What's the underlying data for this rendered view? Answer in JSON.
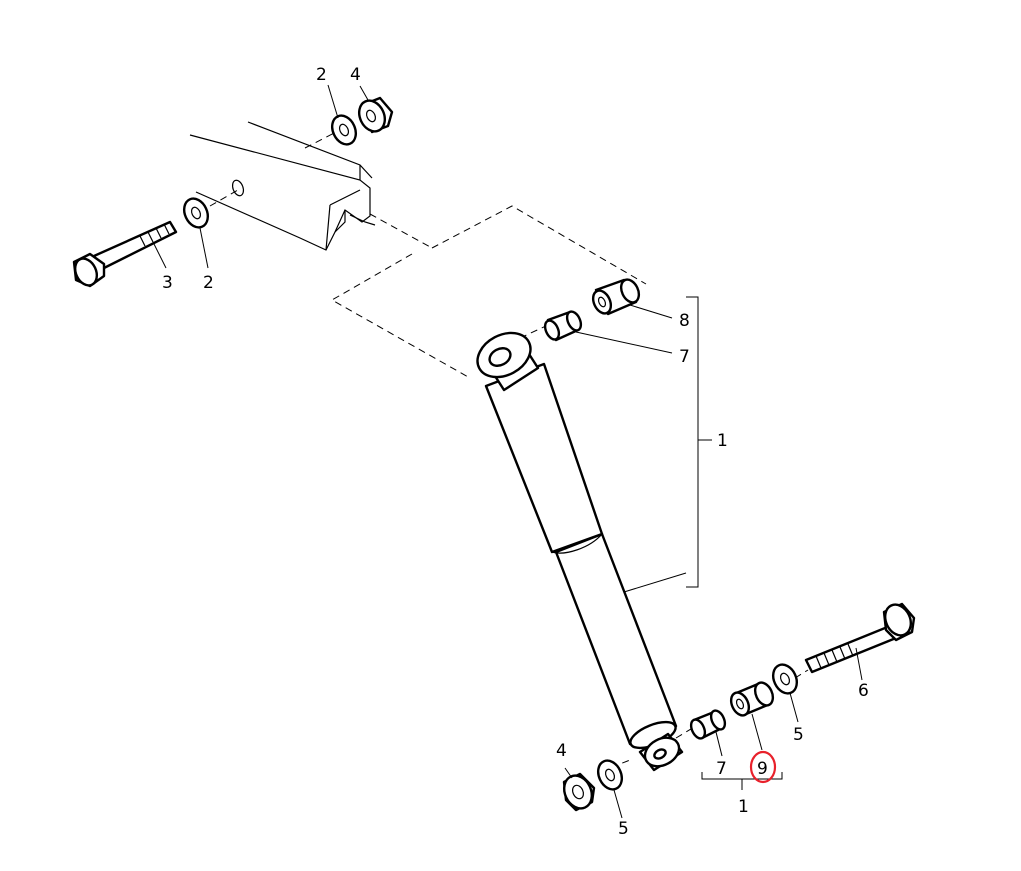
{
  "diagram": {
    "highlight_color": "#e8212b",
    "callouts": {
      "top_washer": "2",
      "top_nut": "4",
      "left_bolt": "3",
      "left_washer": "2",
      "top_sleeve": "8",
      "top_bushing": "7",
      "shock_assembly": "1",
      "right_bolt": "6",
      "right_washer": "5",
      "bottom_bushing": "7",
      "bottom_sleeve": "9",
      "bottom_kit_group": "1",
      "bottom_nut": "4",
      "bottom_washer": "5"
    }
  }
}
